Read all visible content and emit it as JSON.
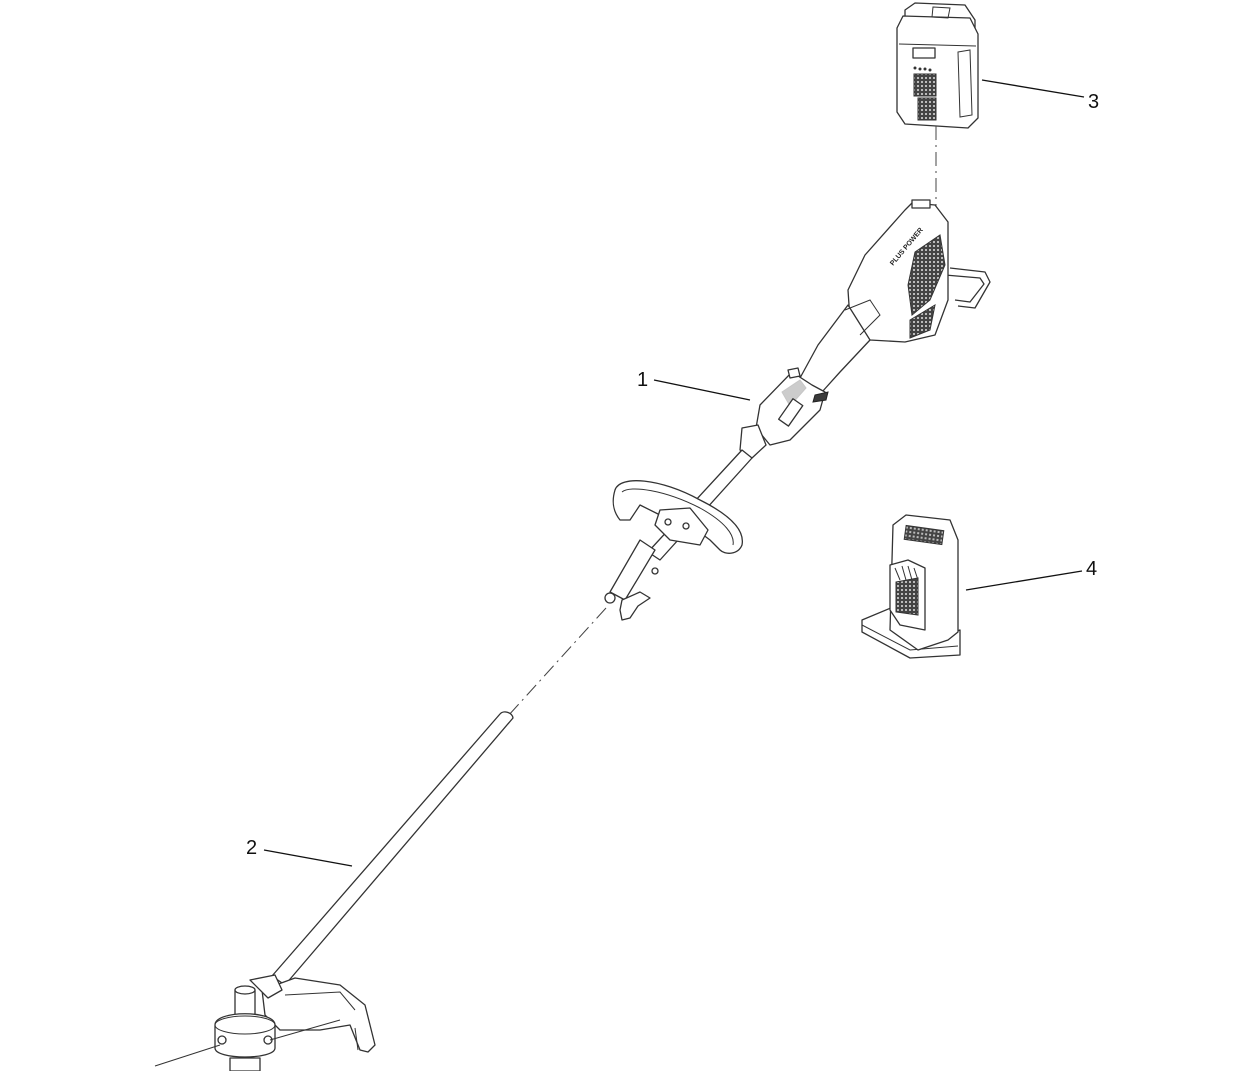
{
  "diagram": {
    "type": "exploded-parts-diagram",
    "subject": "cordless string trimmer",
    "callouts": [
      {
        "id": "1",
        "label": "1",
        "part": "power-head"
      },
      {
        "id": "2",
        "label": "2",
        "part": "trimmer-shaft-attachment"
      },
      {
        "id": "3",
        "label": "3",
        "part": "battery-pack"
      },
      {
        "id": "4",
        "label": "4",
        "part": "battery-charger"
      }
    ],
    "branding_text": "PLUS POWER",
    "colors": {
      "line": "#333333",
      "background": "#ffffff",
      "fill_dark": "#3a3a3a"
    }
  }
}
